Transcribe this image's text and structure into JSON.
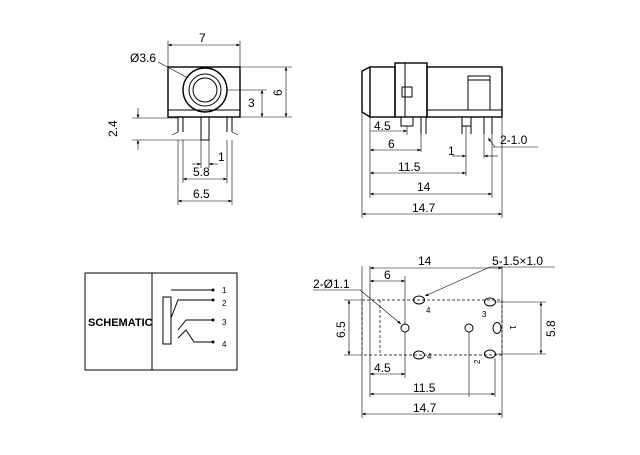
{
  "front_view": {
    "width": "7",
    "diameter": "Ø3.6",
    "center_height": "3",
    "height": "6",
    "pin_height": "2.4",
    "pin_offset": "1",
    "pin_span_a": "5.8",
    "pin_span_b": "6.5"
  },
  "side_view": {
    "dim_a": "4.5",
    "dim_b": "6",
    "dim_c": "11.5",
    "dim_d": "14",
    "dim_e": "14.7",
    "pin_spacing": "1",
    "pin_size": "2-1.0"
  },
  "schematic": {
    "label": "SCHEMATIC",
    "pins": [
      "1",
      "2",
      "3",
      "4"
    ]
  },
  "footprint": {
    "top_dim": "14",
    "slot_label": "5-1.5×1.0",
    "hole_label": "2-Ø1.1",
    "dim_6": "6",
    "dim_6_5": "6.5",
    "dim_5_8": "5.8",
    "dim_4_5": "4.5",
    "dim_11_5": "11.5",
    "dim_14_7": "14.7",
    "pin_labels": [
      "4",
      "4",
      "3",
      "1",
      "2"
    ]
  }
}
